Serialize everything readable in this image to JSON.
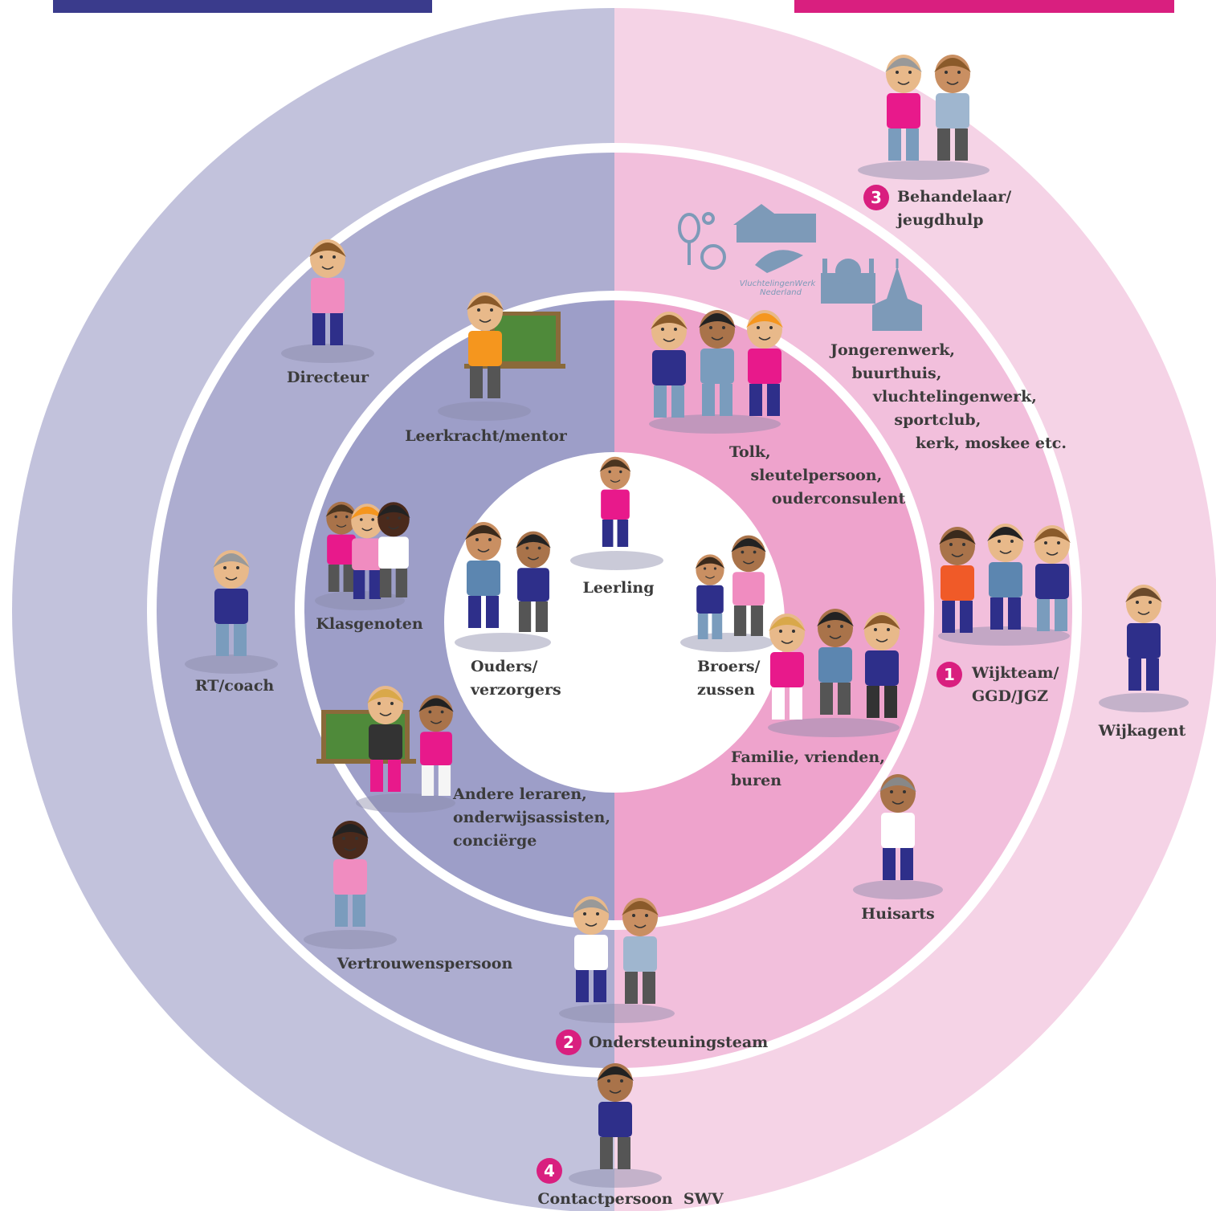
{
  "colors": {
    "school_outer": "#c2c2dc",
    "school_middle": "#adadd0",
    "school_inner": "#9d9ec8",
    "home_outer": "#f5d3e6",
    "home_middle": "#f2bfdc",
    "home_inner": "#eea3cc",
    "badge": "#d91f7f",
    "header_left": "#3a3b8c",
    "header_right": "#d91f7f",
    "text": "#3b3b3b"
  },
  "labels": {
    "leerling": "Leerling",
    "ouders": "Ouders/\nverzorgers",
    "broers": "Broers/\nzussen",
    "leerkracht": "Leerkracht/mentor",
    "klasgenoten": "Klasgenoten",
    "andere_leraren": "Andere leraren,\nonderwijsassisten,\nconciërge",
    "tolk": "Tolk,\n    sleutelpersoon,\n        ouderconsulent",
    "familie": "Familie, vrienden,\nburen",
    "directeur": "Directeur",
    "rt_coach": "RT/coach",
    "vertrouwenspersoon": "Vertrouwenspersoon",
    "ondersteuningsteam": "Ondersteuningsteam",
    "jongerenwerk": "Jongerenwerk,\n    buurthuis,\n        vluchtelingenwerk,\n            sportclub,\n                kerk, moskee etc.",
    "wijkteam": "Wijkteam/\nGGD/JGZ",
    "huisarts": "Huisarts",
    "behandelaar": "Behandelaar/\njeugdhulp",
    "wijkagent": "Wijkagent",
    "contactpersoon": "Contactpersoon  SWV"
  },
  "badges": {
    "wijkteam": "1",
    "ondersteuningsteam": "2",
    "behandelaar": "3",
    "contactpersoon": "4"
  },
  "logo_text": {
    "line1": "VluchtelingenWerk",
    "line2": "Nederland"
  }
}
